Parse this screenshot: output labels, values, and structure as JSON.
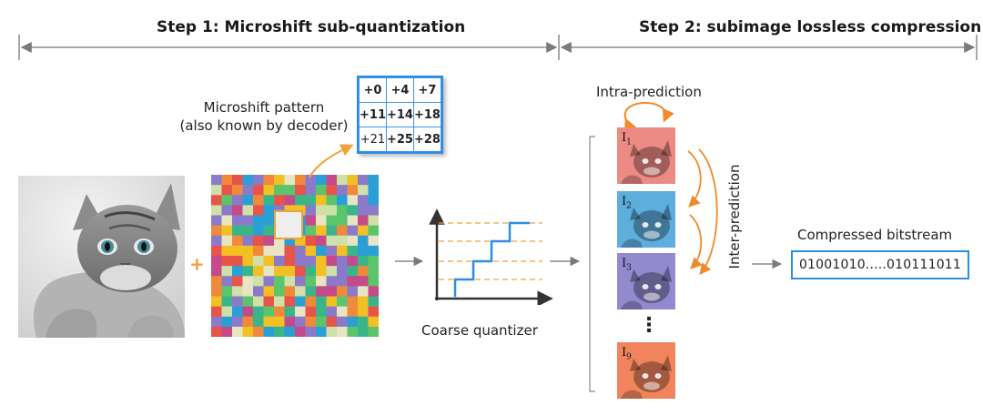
{
  "steps": {
    "step1_title": "Step 1: Microshift  sub-quantization",
    "step2_title": "Step 2: subimage lossless compression"
  },
  "microshift": {
    "label_line1": "Microshift pattern",
    "label_line2": "(also known by decoder)",
    "grid": [
      [
        "+0",
        "+4",
        "+7"
      ],
      [
        "+11",
        "+14",
        "+18"
      ],
      [
        "+21",
        "+25",
        "+28"
      ]
    ]
  },
  "plus_sign": "+",
  "quantizer": {
    "label": "Coarse quantizer"
  },
  "prediction": {
    "intra_label": "Intra-prediction",
    "inter_label": "Inter-prediction"
  },
  "frames": [
    {
      "label": "I",
      "sub": "1",
      "tint": "#e8716a"
    },
    {
      "label": "I",
      "sub": "2",
      "tint": "#3a9bd6"
    },
    {
      "label": "I",
      "sub": "3",
      "tint": "#7b6fc4"
    },
    {
      "label": "I",
      "sub": "9",
      "tint": "#ee6a3a"
    }
  ],
  "ellipsis": "⋮",
  "output": {
    "label": "Compressed bitstream",
    "bits": "01001010.....010111011"
  },
  "colors": {
    "accent_blue": "#2b8ee6",
    "accent_orange": "#f0a23a",
    "arrow_gray": "#8a8a8a",
    "mosaic_palette": [
      "#f2c025",
      "#e8534a",
      "#2a9fd6",
      "#3ab58a",
      "#8a7ac9",
      "#f08a3a",
      "#cfe0a8",
      "#c44a8a",
      "#e8e4c4",
      "#5cc46a"
    ]
  }
}
